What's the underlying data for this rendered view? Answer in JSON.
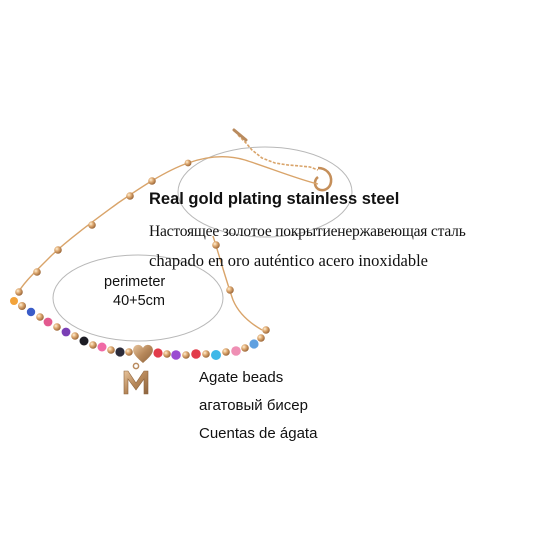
{
  "product": {
    "title": "Real gold plating  stainless steel",
    "title_ru": "Настоящее золотое покрытиенержавеющая сталь",
    "title_es": "chapado en oro auténtico acero inoxidable",
    "perimeter_label": "perimeter",
    "perimeter_value": "40+5cm",
    "beads_en": "Agate beads",
    "beads_ru": "агатовый бисер",
    "beads_es": "Cuentas de ágata",
    "pendant_letter": "M"
  },
  "colors": {
    "background": "#ffffff",
    "gold_chain": "#d9a46a",
    "pendant": "#b98b5e",
    "bead_colors": [
      "#e23b4a",
      "#3a5cc8",
      "#7a3fb5",
      "#f06aa6",
      "#f3a33a",
      "#1c1c24",
      "#3fb8e8",
      "#e25a8f",
      "#9b4bd1",
      "#ef8fb4",
      "#2c2c3a",
      "#5fa0e0"
    ]
  }
}
